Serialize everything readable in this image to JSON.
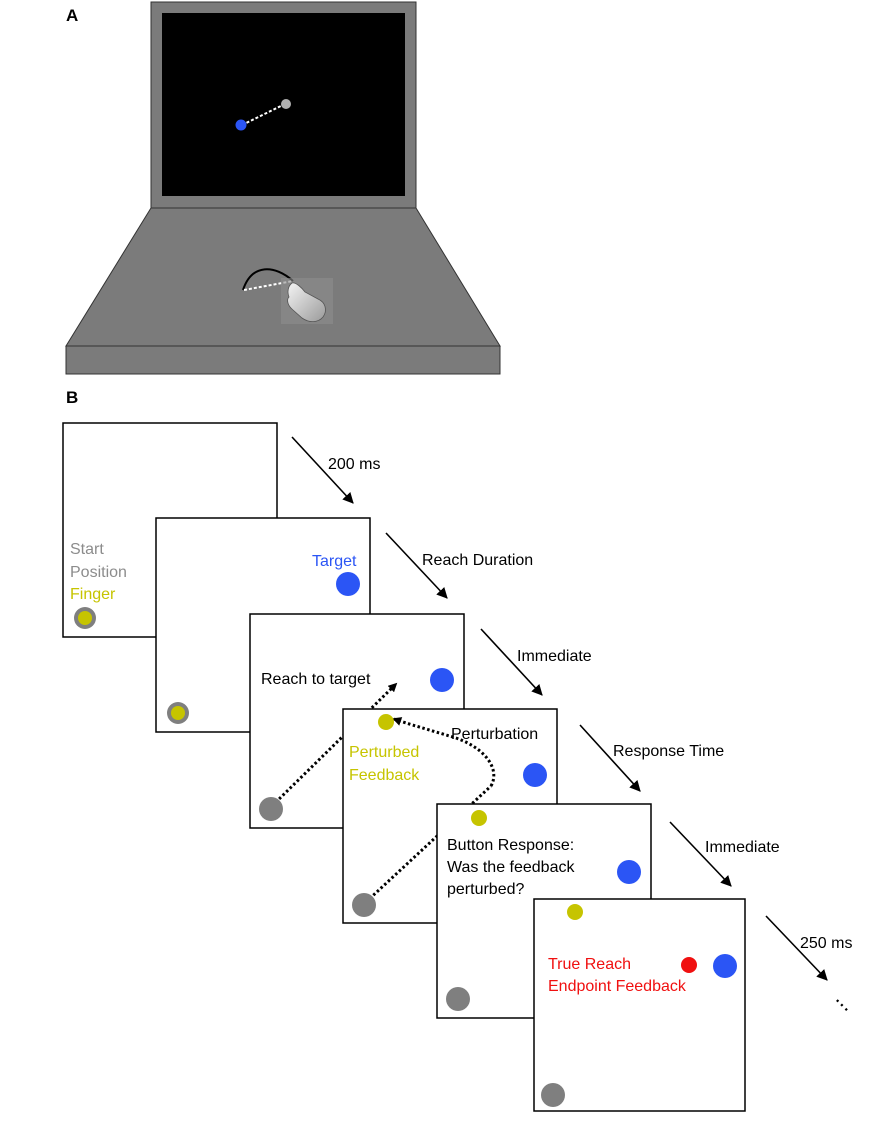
{
  "panel_a": {
    "letter": "A"
  },
  "panel_b": {
    "letter": "B",
    "frame1": {
      "start_label_line1": "Start",
      "start_label_line2": "Position",
      "finger_label": "Finger"
    },
    "frame2": {
      "target_label": "Target"
    },
    "frame3": {
      "reach_label": "Reach to target"
    },
    "frame4": {
      "perturbation_label": "Perturbation",
      "feedback_line1": "Perturbed",
      "feedback_line2": "Feedback"
    },
    "frame5": {
      "question_line1": "Button Response:",
      "question_line2": "Was the feedback",
      "question_line3": "perturbed?"
    },
    "frame6": {
      "true_line1": "True Reach",
      "true_line2": "Endpoint Feedback"
    },
    "timings": [
      "200 ms",
      "Reach Duration",
      "Immediate",
      "Response Time",
      "Immediate",
      "250 ms"
    ],
    "continuation": "..."
  },
  "colors": {
    "target": "#2b55f5",
    "finger": "#c6c400",
    "start": "#7f7f7f",
    "true_endpoint": "#f01010",
    "laptop_gray": "#7b7b7b",
    "screen": "#000000"
  }
}
